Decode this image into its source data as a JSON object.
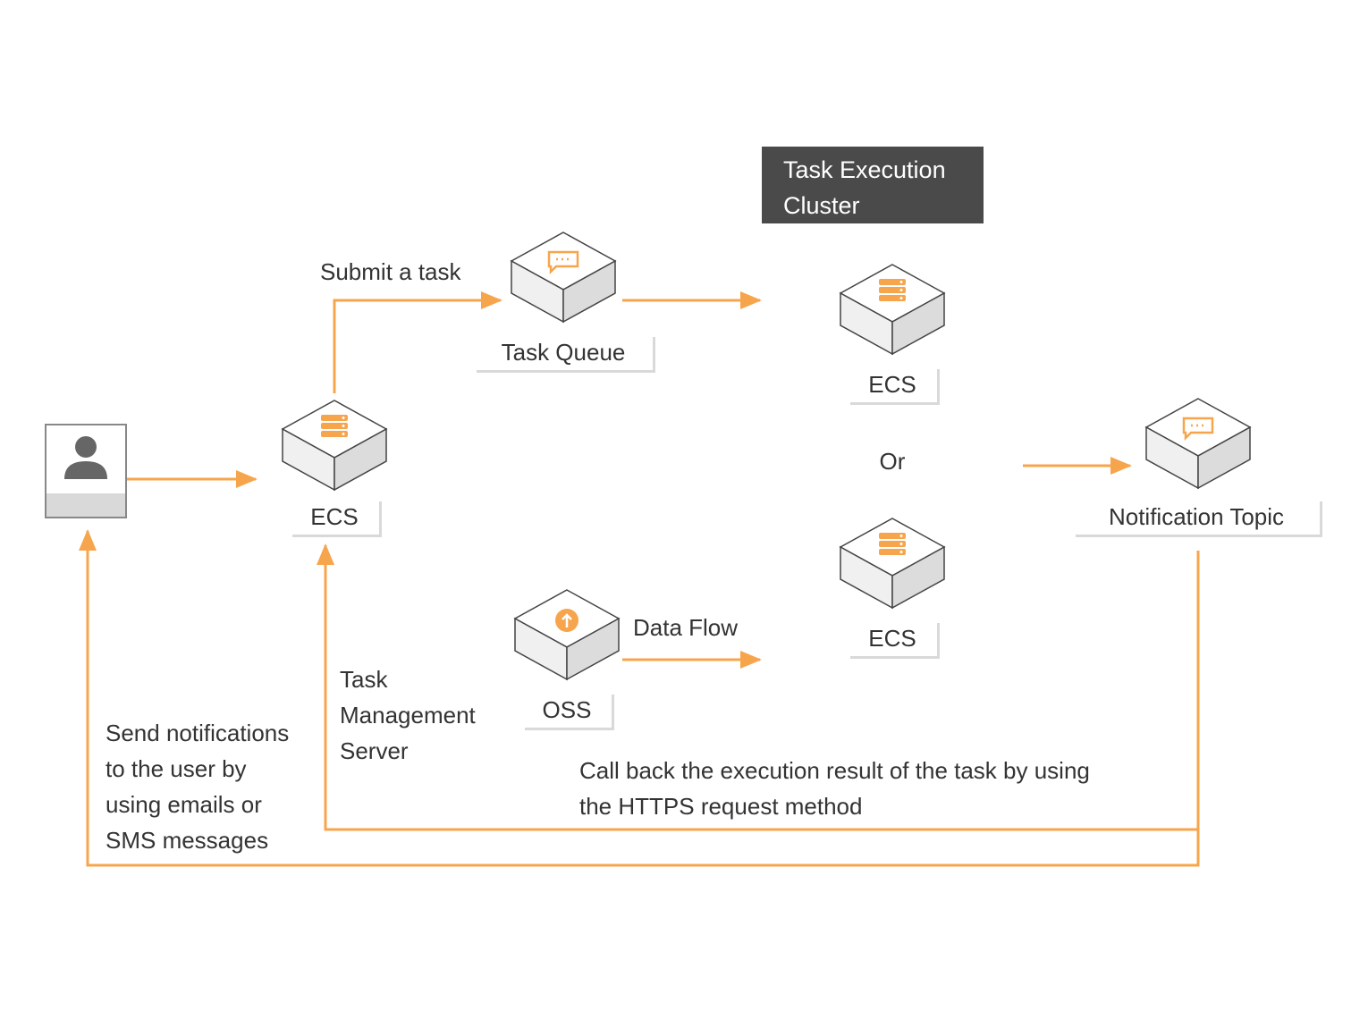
{
  "colors": {
    "accent": "#f7a54d",
    "cluster_title_bg": "#4a4a4a",
    "icon_gray": "#666666"
  },
  "user": {
    "icon": "user-icon"
  },
  "ecs_main": {
    "label": "ECS",
    "icon": "server-icon"
  },
  "task_queue": {
    "label": "Task Queue",
    "icon": "message-queue-icon"
  },
  "oss": {
    "label": "OSS",
    "icon": "cloud-upload-icon"
  },
  "cluster": {
    "title_line1": "Task Execution",
    "title_line2": "Cluster",
    "ecs_top_label": "ECS",
    "or_label": "Or",
    "ecs_bottom_label": "ECS"
  },
  "notification_topic": {
    "label": "Notification Topic",
    "icon": "message-queue-icon"
  },
  "edges": {
    "submit_task": "Submit a task",
    "data_flow": "Data Flow",
    "task_management": [
      "Task",
      "Management",
      "Server"
    ],
    "send_notifications": [
      "Send notifications",
      "to the user by",
      "using emails or",
      "SMS messages"
    ],
    "callback": [
      "Call back the execution result of the task by using",
      "the HTTPS request method"
    ]
  }
}
